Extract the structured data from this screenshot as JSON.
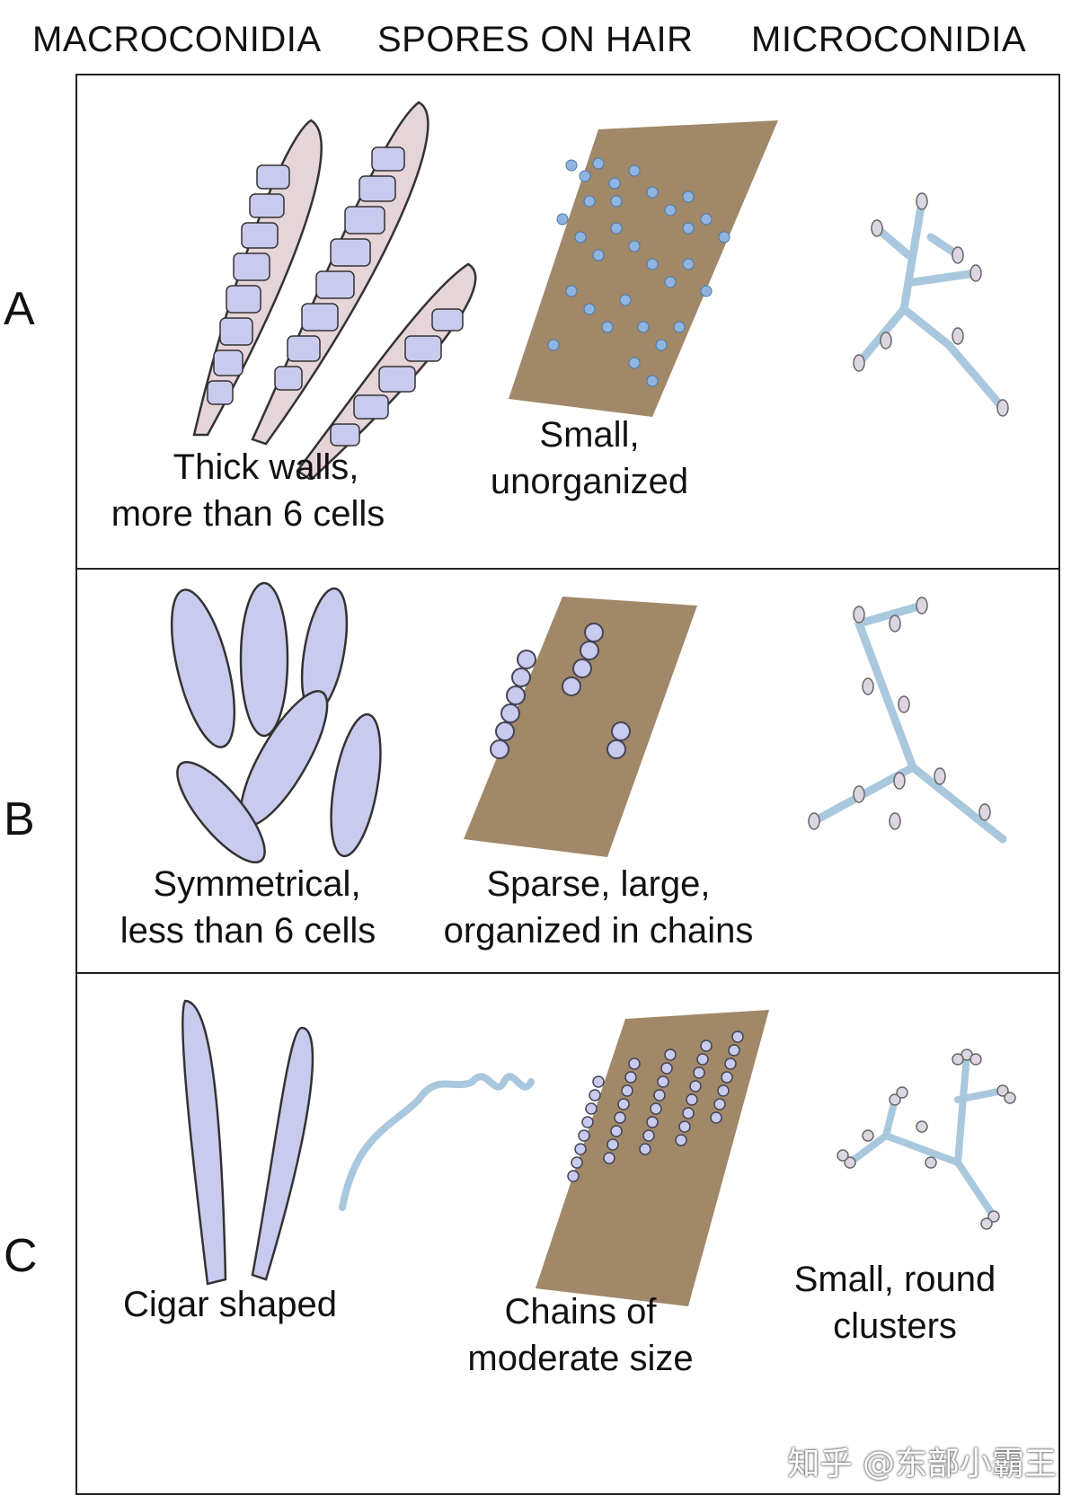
{
  "headers": {
    "macro": "MACROCONIDIA",
    "spores": "SPORES ON HAIR",
    "micro": "MICROCONIDIA"
  },
  "rows": [
    {
      "label": "A",
      "macro_caption": [
        "Thick walls,",
        "more than 6 cells"
      ],
      "spores_caption": [
        "Small,",
        "unorganized"
      ],
      "micro_caption": []
    },
    {
      "label": "B",
      "macro_caption": [
        "Symmetrical,",
        "less than 6 cells"
      ],
      "spores_caption": [
        "Sparse, large,",
        "organized in chains"
      ],
      "micro_caption": []
    },
    {
      "label": "C",
      "macro_caption": [
        "Cigar shaped"
      ],
      "spores_caption": [
        "Chains of",
        "moderate size"
      ],
      "micro_caption": [
        "Small, round",
        "clusters"
      ]
    }
  ],
  "watermark": "知乎 @东部小霸王",
  "colors": {
    "hair": "#a08868",
    "spore": "#8fb4e0",
    "cell": "#c9cbee",
    "micro": "#a9c8de",
    "macro_wall": "#e5d4d8"
  }
}
